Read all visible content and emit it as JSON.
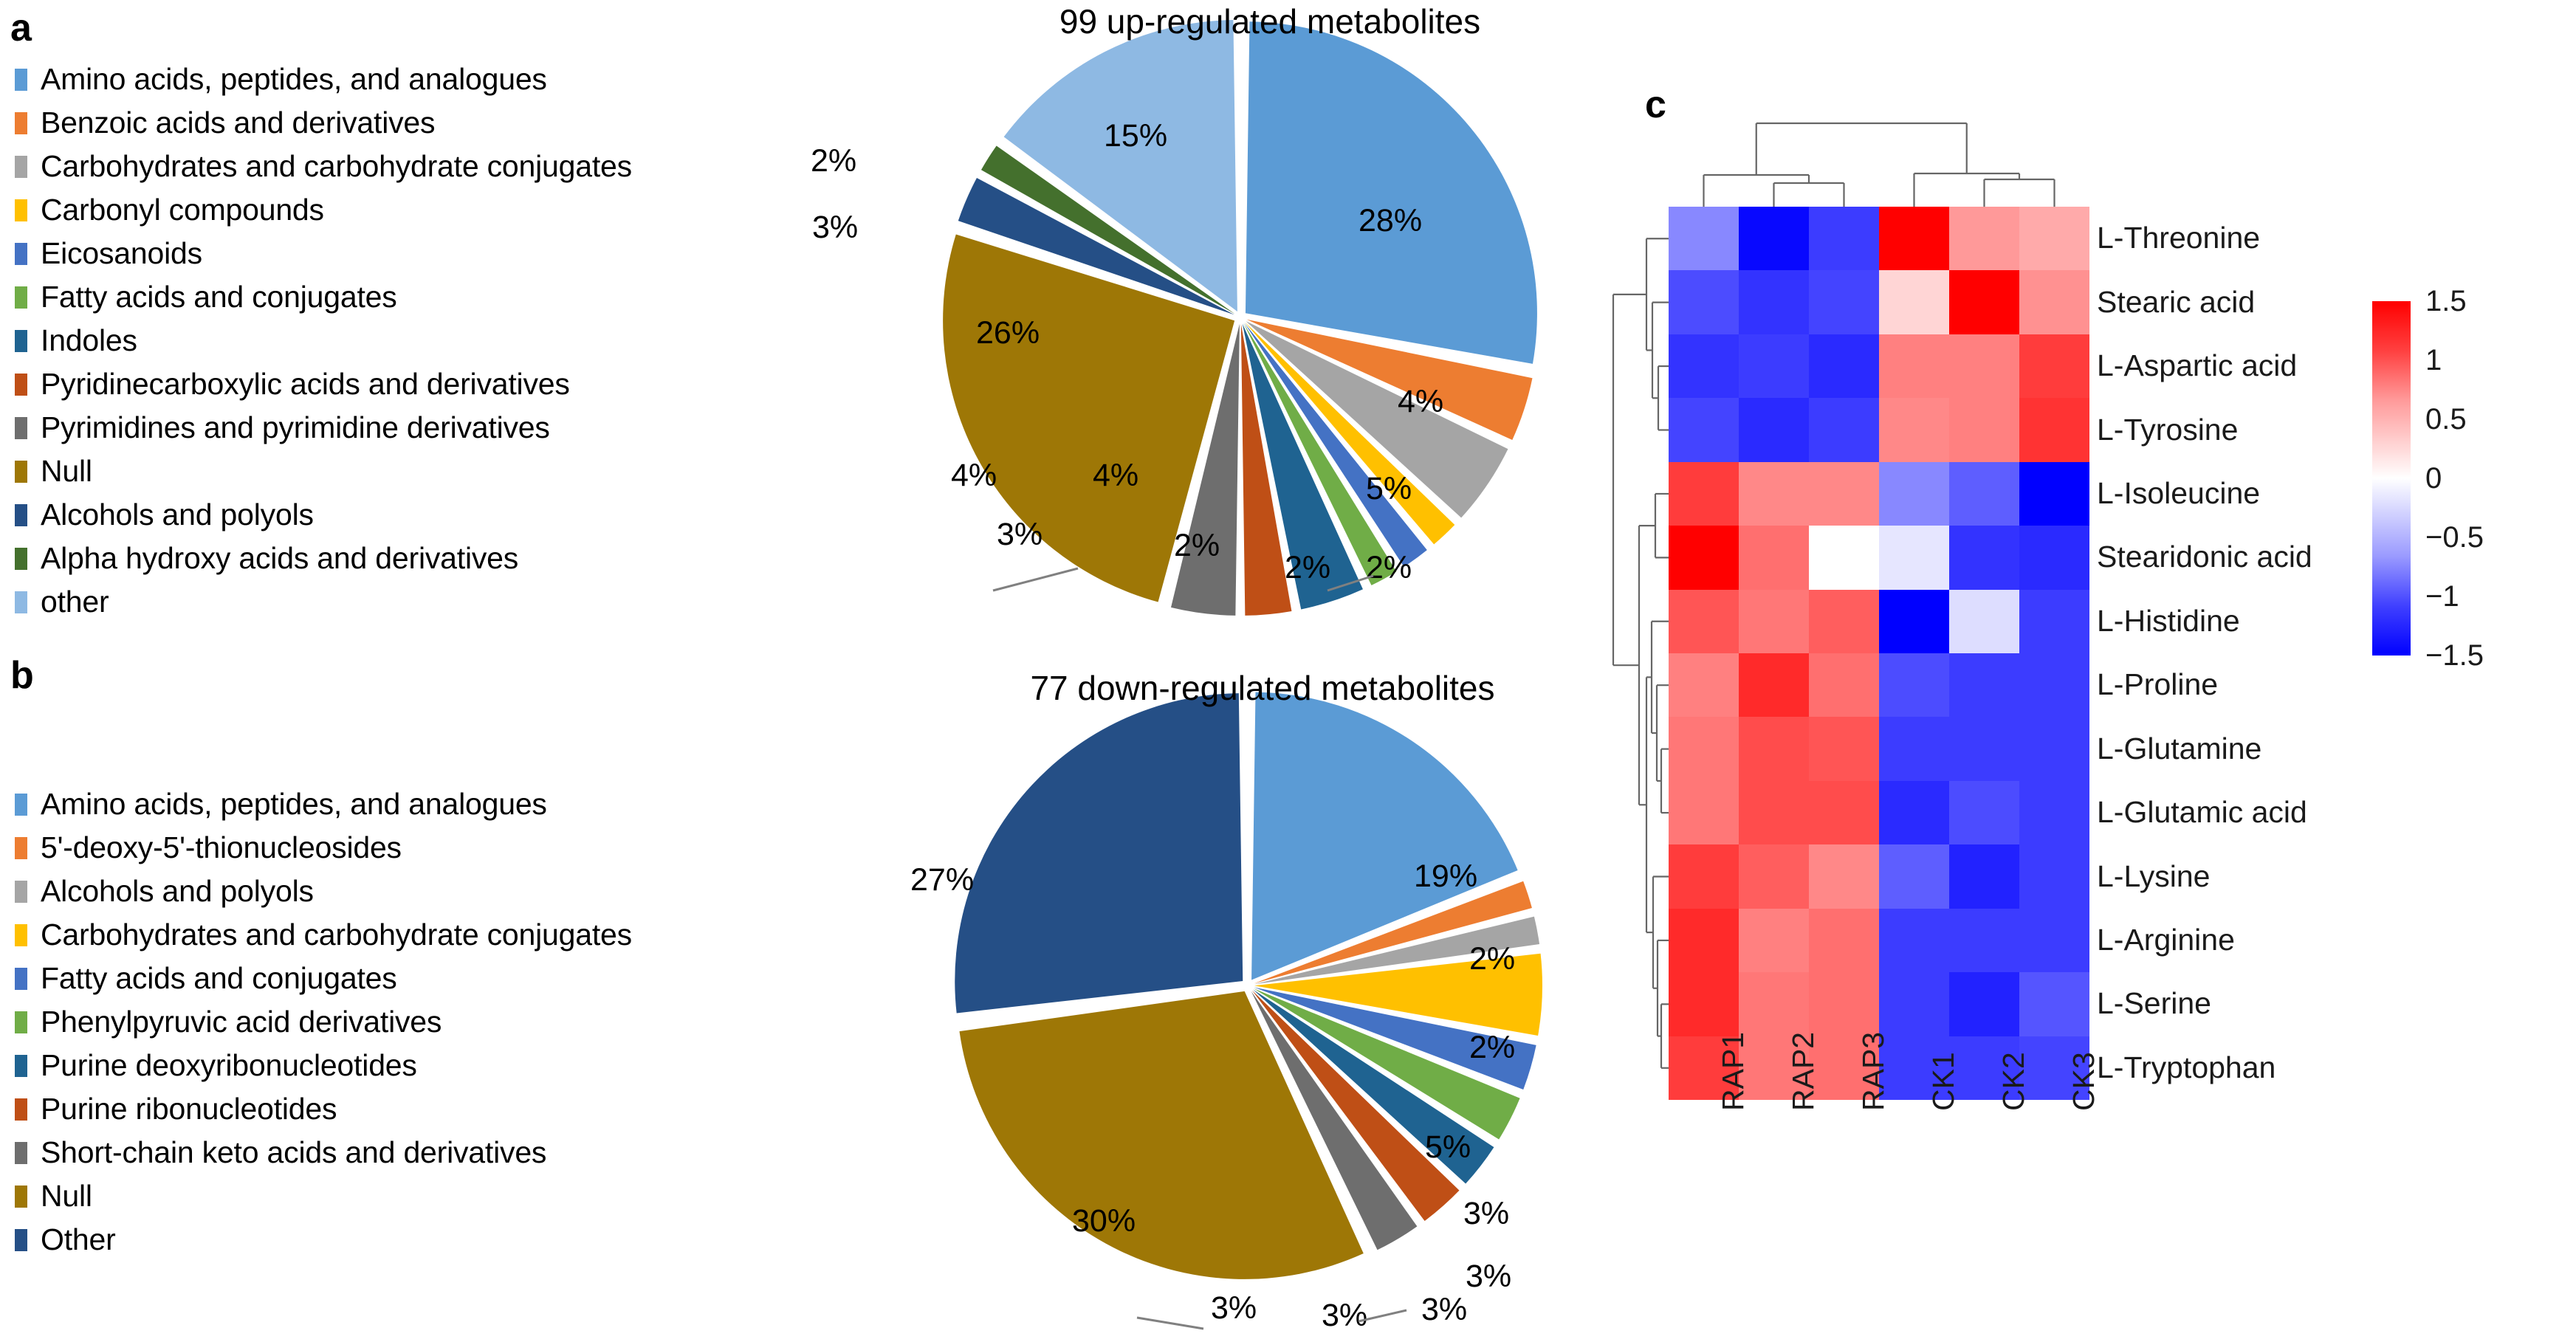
{
  "panels": {
    "a": "a",
    "b": "b",
    "c": "c"
  },
  "legend_a": {
    "items": [
      {
        "label": "Amino acids, peptides, and analogues",
        "color": "#5b9bd5"
      },
      {
        "label": "Benzoic acids and derivatives",
        "color": "#ed7d31"
      },
      {
        "label": "Carbohydrates and carbohydrate conjugates",
        "color": "#a5a5a5"
      },
      {
        "label": "Carbonyl compounds",
        "color": "#ffc000"
      },
      {
        "label": "Eicosanoids",
        "color": "#4472c4"
      },
      {
        "label": "Fatty acids and conjugates",
        "color": "#70ad47"
      },
      {
        "label": "Indoles",
        "color": "#1f6391"
      },
      {
        "label": "Pyridinecarboxylic acids and derivatives",
        "color": "#bf4f16"
      },
      {
        "label": "Pyrimidines and pyrimidine derivatives",
        "color": "#6e6e6e"
      },
      {
        "label": "Null",
        "color": "#9e7706"
      },
      {
        "label": "Alcohols and polyols",
        "color": "#254f86"
      },
      {
        "label": "Alpha hydroxy acids and derivatives",
        "color": "#44702d"
      },
      {
        "label": "other",
        "color": "#8eb9e3"
      }
    ]
  },
  "legend_b": {
    "items": [
      {
        "label": "Amino acids, peptides, and analogues",
        "color": "#5b9bd5"
      },
      {
        "label": "5'-deoxy-5'-thionucleosides",
        "color": "#ed7d31"
      },
      {
        "label": "Alcohols and polyols",
        "color": "#a5a5a5"
      },
      {
        "label": "Carbohydrates and carbohydrate conjugates",
        "color": "#ffc000"
      },
      {
        "label": "Fatty acids and conjugates",
        "color": "#4472c4"
      },
      {
        "label": "Phenylpyruvic acid derivatives",
        "color": "#70ad47"
      },
      {
        "label": "Purine deoxyribonucleotides",
        "color": "#1f6391"
      },
      {
        "label": "Purine ribonucleotides",
        "color": "#bf4f16"
      },
      {
        "label": "Short-chain keto acids and derivatives",
        "color": "#6e6e6e"
      },
      {
        "label": "Null",
        "color": "#9e7706"
      },
      {
        "label": "Other",
        "color": "#254f86"
      }
    ]
  },
  "chart_data": [
    {
      "type": "pie",
      "id": "up-regulated",
      "title": "99  up-regulated  metabolites",
      "count": 99,
      "unit": "%",
      "categories": [
        "Amino acids, peptides, and analogues",
        "Benzoic acids and derivatives",
        "Carbohydrates and carbohydrate conjugates",
        "Carbonyl compounds",
        "Eicosanoids",
        "Fatty acids and conjugates",
        "Indoles",
        "Pyridinecarboxylic acids and derivatives",
        "Pyrimidines and pyrimidine derivatives",
        "Null",
        "Alcohols and polyols",
        "Alpha hydroxy acids and derivatives",
        "other"
      ],
      "values": [
        28,
        4,
        5,
        2,
        2,
        2,
        4,
        3,
        4,
        26,
        3,
        2,
        15
      ],
      "labels": [
        "28%",
        "4%",
        "5%",
        "2%",
        "2%",
        "2%",
        "4%",
        "3%",
        "4%",
        "26%",
        "3%",
        "2%",
        "15%"
      ],
      "colors": [
        "#5b9bd5",
        "#ed7d31",
        "#a5a5a5",
        "#ffc000",
        "#4472c4",
        "#70ad47",
        "#1f6391",
        "#bf4f16",
        "#6e6e6e",
        "#9e7706",
        "#254f86",
        "#44702d",
        "#8eb9e3"
      ]
    },
    {
      "type": "pie",
      "id": "down-regulated",
      "title": "77 down-regulated  metabolites",
      "count": 77,
      "unit": "%",
      "categories": [
        "Amino acids, peptides, and analogues",
        "5'-deoxy-5'-thionucleosides",
        "Alcohols and polyols",
        "Carbohydrates and carbohydrate conjugates",
        "Fatty acids and conjugates",
        "Phenylpyruvic acid derivatives",
        "Purine deoxyribonucleotides",
        "Purine ribonucleotides",
        "Short-chain keto acids and derivatives",
        "Null",
        "Other"
      ],
      "values": [
        19,
        2,
        2,
        5,
        3,
        3,
        3,
        3,
        3,
        30,
        27
      ],
      "labels": [
        "19%",
        "2%",
        "2%",
        "5%",
        "3%",
        "3%",
        "3%",
        "3%",
        "3%",
        "30%",
        "27%"
      ],
      "colors": [
        "#5b9bd5",
        "#ed7d31",
        "#a5a5a5",
        "#ffc000",
        "#4472c4",
        "#70ad47",
        "#1f6391",
        "#bf4f16",
        "#6e6e6e",
        "#9e7706",
        "#254f86"
      ]
    },
    {
      "type": "heatmap",
      "id": "metabolite-heatmap",
      "columns": [
        "RAP1",
        "RAP2",
        "RAP3",
        "CK1",
        "CK2",
        "CK3"
      ],
      "rows": [
        "L-Threonine",
        "Stearic acid",
        "L-Aspartic acid",
        "L-Tyrosine",
        "L-Isoleucine",
        "Stearidonic acid",
        "L-Histidine",
        "L-Proline",
        "L-Glutamine",
        "L-Glutamic acid",
        "L-Lysine",
        "L-Arginine",
        "L-Serine",
        "L-Tryptophan"
      ],
      "zlim": [
        -1.5,
        1.5
      ],
      "colorbar_ticks": [
        "1.5",
        "1",
        "0.5",
        "0",
        "−0.5",
        "−1",
        "−1.5"
      ],
      "colorbar_low_color": "#0000ff",
      "colorbar_mid_color": "#ffffff",
      "colorbar_high_color": "#ff0000",
      "values": [
        [
          -0.7,
          -1.45,
          -1.15,
          1.5,
          0.6,
          0.5
        ],
        [
          -1.05,
          -1.2,
          -1.1,
          0.25,
          1.5,
          0.65
        ],
        [
          -1.2,
          -1.15,
          -1.25,
          0.75,
          0.75,
          1.15
        ],
        [
          -1.1,
          -1.25,
          -1.15,
          0.7,
          0.75,
          1.2
        ],
        [
          1.15,
          0.7,
          0.7,
          -0.7,
          -0.95,
          -1.5
        ],
        [
          1.5,
          0.85,
          0.0,
          -0.15,
          -1.2,
          -1.25
        ],
        [
          1.0,
          0.8,
          0.95,
          -1.5,
          -0.2,
          -1.15
        ],
        [
          0.75,
          1.25,
          0.85,
          -1.05,
          -1.15,
          -1.15
        ],
        [
          0.8,
          1.05,
          1.0,
          -1.15,
          -1.15,
          -1.15
        ],
        [
          0.8,
          1.05,
          1.05,
          -1.25,
          -1.05,
          -1.15
        ],
        [
          1.15,
          0.95,
          0.7,
          -0.95,
          -1.3,
          -1.15
        ],
        [
          1.25,
          0.75,
          0.85,
          -1.15,
          -1.15,
          -1.15
        ],
        [
          1.25,
          0.8,
          0.85,
          -1.15,
          -1.3,
          -1.0
        ],
        [
          1.15,
          0.8,
          0.85,
          -1.15,
          -1.15,
          -1.1
        ]
      ]
    }
  ]
}
